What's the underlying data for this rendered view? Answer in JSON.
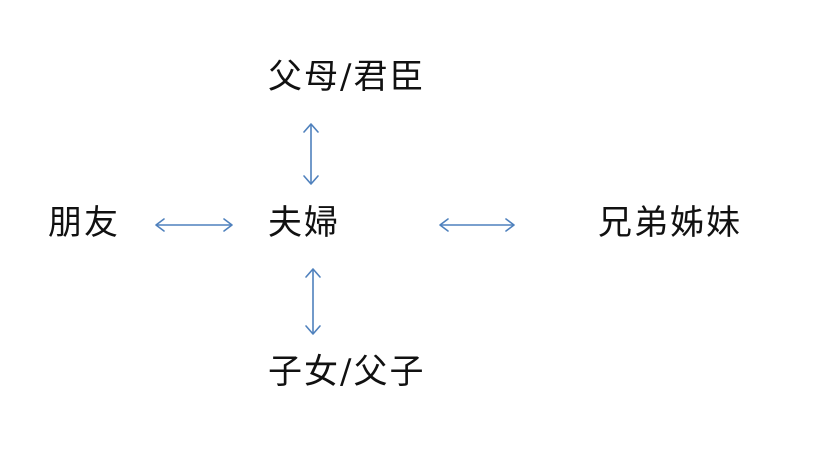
{
  "diagram": {
    "nodes": {
      "top": "父母/君臣",
      "center": "夫婦",
      "left": "朋友",
      "right": "兄弟姊妹",
      "bottom": "子女/父子"
    },
    "edges": [
      {
        "from": "center",
        "to": "top",
        "style": "double-headed"
      },
      {
        "from": "center",
        "to": "left",
        "style": "double-headed"
      },
      {
        "from": "center",
        "to": "right",
        "style": "double-headed"
      },
      {
        "from": "center",
        "to": "bottom",
        "style": "double-headed"
      }
    ],
    "colors": {
      "arrow": "#4f81bd",
      "text": "#111111",
      "background": "#ffffff"
    }
  }
}
